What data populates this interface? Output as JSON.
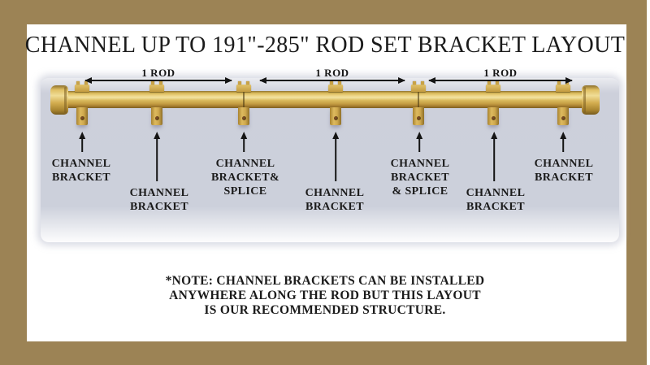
{
  "title": "CHANNEL UP TO 191\"-285\" ROD SET BRACKET LAYOUT",
  "colors": {
    "frame_brown": "#9c8355",
    "content_background": "#ffffff",
    "band_lavender": "#cdd0db",
    "rod_gold": "#d4b055",
    "text": "#1b1b1b"
  },
  "diagram": {
    "rod_spans": [
      {
        "label": "1 ROD"
      },
      {
        "label": "1 ROD"
      },
      {
        "label": "1 ROD"
      }
    ],
    "brackets": [
      {
        "lines": [
          "CHANNEL",
          "BRACKET"
        ]
      },
      {
        "lines": [
          "CHANNEL",
          "BRACKET"
        ]
      },
      {
        "lines": [
          "CHANNEL",
          "BRACKET&",
          "SPLICE"
        ]
      },
      {
        "lines": [
          "CHANNEL",
          "BRACKET"
        ]
      },
      {
        "lines": [
          "CHANNEL",
          "BRACKET",
          "& SPLICE"
        ]
      },
      {
        "lines": [
          "CHANNEL",
          "BRACKET"
        ]
      },
      {
        "lines": [
          "CHANNEL",
          "BRACKET"
        ]
      }
    ]
  },
  "note": {
    "lines": [
      "*NOTE: CHANNEL BRACKETS CAN BE INSTALLED",
      "ANYWHERE ALONG THE ROD BUT THIS LAYOUT",
      "IS OUR RECOMMENDED STRUCTURE."
    ]
  }
}
